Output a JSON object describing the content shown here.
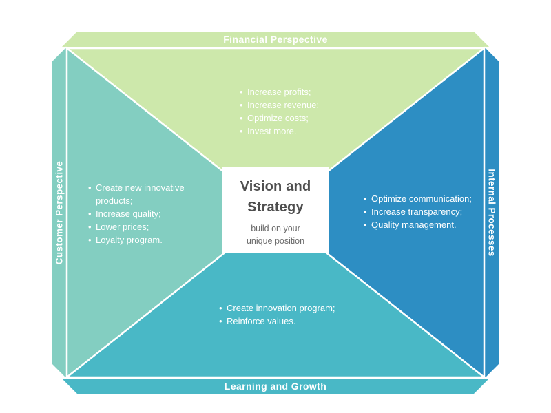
{
  "icons": {
    "bullet": "•"
  },
  "diagram": {
    "center": {
      "title": "Vision and Strategy",
      "subtitle": "build on your unique position"
    },
    "sections": {
      "financial": {
        "label": "Financial Perspective",
        "color": "#cde8ab",
        "items": [
          "Increase profits;",
          "Increase revenue;",
          "Optimize costs;",
          "Invest more."
        ]
      },
      "customer": {
        "label": "Customer Perspective",
        "color": "#83cec1",
        "items": [
          "Create new innovative products;",
          "Increase quality;",
          "Lower prices;",
          "Loyalty program."
        ]
      },
      "internal": {
        "label": "Internal Processes",
        "color": "#2d8ec3",
        "items": [
          "Optimize communication;",
          "Increase transparency;",
          "Quality management."
        ]
      },
      "learning": {
        "label": "Learning and Growth",
        "color": "#49b8c6",
        "items": [
          "Create innovation program;",
          "Reinforce values."
        ]
      }
    }
  }
}
